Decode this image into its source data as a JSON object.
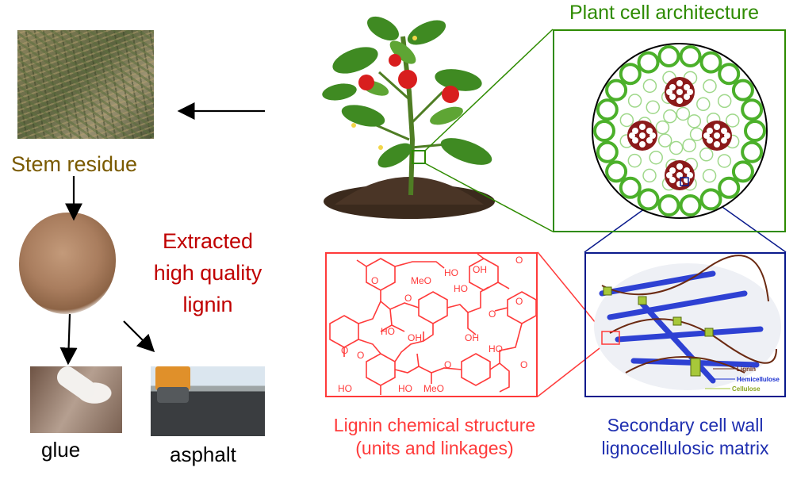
{
  "labels": {
    "stem_residue": "Stem residue",
    "extracted_line1": "Extracted",
    "extracted_line2": "high quality",
    "extracted_line3": "lignin",
    "glue": "glue",
    "asphalt": "asphalt",
    "plant_cell_architecture": "Plant cell architecture",
    "lignin_structure_line1": "Lignin chemical structure",
    "lignin_structure_line2": "(units and linkages)",
    "secondary_wall_line1": "Secondary cell wall",
    "secondary_wall_line2": "lignocellulosic matrix"
  },
  "matrix_legend": {
    "lignin": "Lignin",
    "hemicellulose": "Hemicellulose",
    "cellulose": "Cellulose"
  },
  "chem_labels": {
    "meo_top": "MeO",
    "meo_bottom": "MeO",
    "oh_top": "OH",
    "ho_1": "HO",
    "ho_2": "HO",
    "ho_3": "HO",
    "ho_4": "HO",
    "oh_1": "OH",
    "oh_2": "OH",
    "ho_5": "HO",
    "ho_6": "HO",
    "o_1": "O",
    "o_2": "O",
    "o_3": "O",
    "o_4": "O",
    "o_5": "O",
    "o_6": "O",
    "o_7": "O",
    "o_8": "O",
    "o_9": "O"
  },
  "colors": {
    "stem_label": "#7a5a00",
    "lignin_red": "#c00000",
    "chem_red": "#ff3a3a",
    "architecture_green": "#2e8b00",
    "matrix_blue": "#0a1a8c",
    "matrix_text_blue": "#1f2fb0",
    "arrow": "#000000"
  }
}
